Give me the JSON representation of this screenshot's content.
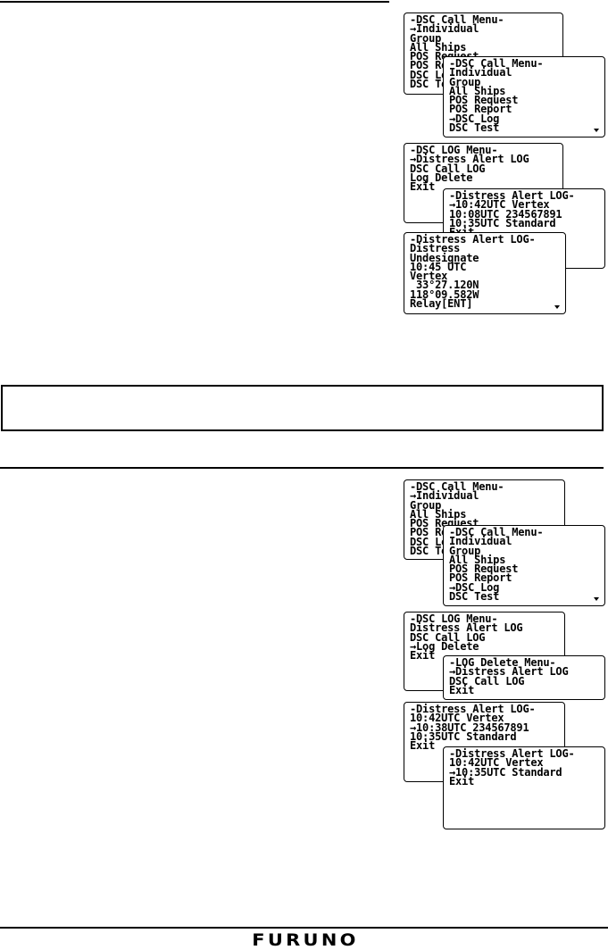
{
  "brand": "FURUNO",
  "screens_top": [
    {
      "lines": [
        "-DSC Call Menu-",
        "→Individual",
        "Group",
        "All Ships",
        "POS Request",
        "POS Report",
        "DSC Log",
        "DSC Test"
      ],
      "arrow": false
    },
    {
      "lines": [
        "-DSC Call Menu-",
        "Individual",
        "Group",
        "All Ships",
        "POS Request",
        "POS Report",
        "→DSC Log",
        "DSC Test"
      ],
      "arrow": true
    },
    {
      "lines": [
        "-DSC LOG Menu-",
        "→Distress Alert LOG",
        "DSC Call LOG",
        "Log Delete",
        "Exit"
      ],
      "arrow": false
    },
    {
      "lines": [
        "-Distress Alert LOG-",
        "→10:42UTC Vertex",
        "10:08UTC 234567891",
        "10:35UTC Standard",
        "Exit"
      ],
      "arrow": false
    },
    {
      "lines": [
        "-Distress Alert LOG-",
        "Distress",
        "Undesignate",
        "10:45 UTC",
        "Vertex",
        " 33°27.120N",
        "118°09.582W",
        "Relay[ENT]"
      ],
      "arrow": true
    }
  ],
  "screens_bottom": [
    {
      "lines": [
        "-DSC Call Menu-",
        "→Individual",
        "Group",
        "All Ships",
        "POS Request",
        "POS Report",
        "DSC Log",
        "DSC Test"
      ],
      "arrow": false
    },
    {
      "lines": [
        "-DSC Call Menu-",
        "Individual",
        "Group",
        "All Ships",
        "POS Request",
        "POS Report",
        "→DSC Log",
        "DSC Test"
      ],
      "arrow": true
    },
    {
      "lines": [
        "-DSC LOG Menu-",
        "Distress Alert LOG",
        "DSC Call LOG",
        "→Log Delete",
        "Exit"
      ],
      "arrow": false
    },
    {
      "lines": [
        "-LOG Delete Menu-",
        "→Distress Alert LOG",
        "DSC Call LOG",
        "Exit"
      ],
      "arrow": false
    },
    {
      "lines": [
        "-Distress Alert LOG-",
        "10:42UTC Vertex",
        "→10:38UTC 234567891",
        "10:35UTC Standard",
        "Exit"
      ],
      "arrow": false
    },
    {
      "lines": [
        "-Distress Alert LOG-",
        "10:42UTC Vertex",
        "→10:35UTC Standard",
        "Exit"
      ],
      "arrow": false
    }
  ]
}
